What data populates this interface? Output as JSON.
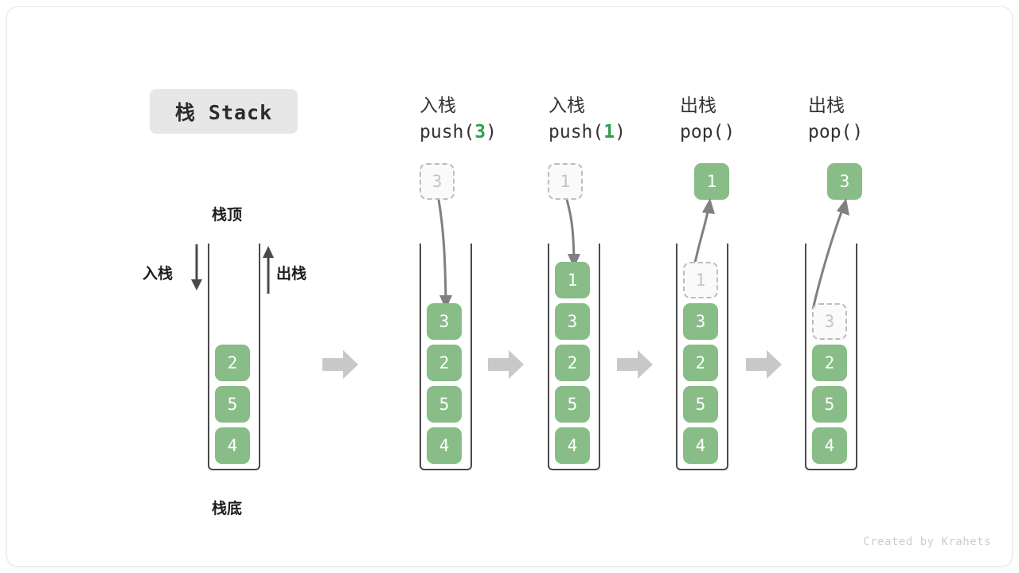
{
  "title": {
    "badge": "栈 Stack"
  },
  "legend": {
    "top_label": "栈顶",
    "bottom_label": "栈底",
    "push_label": "入栈",
    "pop_label": "出栈"
  },
  "watermark": "Created by Krahets",
  "colors": {
    "cell_fill": "#88bd87",
    "cell_text": "#ffffff",
    "ghost_fill": "#fafafa",
    "ghost_text": "#c4c4c4",
    "ghost_border": "#bdbdbd",
    "arrow_gray": "#808080",
    "block_arrow": "#c8c8c8",
    "container_stroke": "#4a4a4a",
    "badge_bg": "#e7e7e7",
    "accent_green": "#2e9e4f",
    "watermark": "#cccccc"
  },
  "stages": [
    {
      "id": "initial",
      "caption_line1": "",
      "caption_line2": "",
      "cells": [
        {
          "value": "2",
          "state": "filled"
        },
        {
          "value": "5",
          "state": "filled"
        },
        {
          "value": "4",
          "state": "filled"
        }
      ]
    },
    {
      "id": "push-3",
      "caption_line1": "入栈",
      "caption_line2_pre": "push(",
      "caption_line2_arg": "3",
      "caption_line2_post": ")",
      "floating": {
        "value": "3",
        "state": "ghost"
      },
      "arrow": "down-into-stack",
      "cells": [
        {
          "value": "3",
          "state": "filled"
        },
        {
          "value": "2",
          "state": "filled"
        },
        {
          "value": "5",
          "state": "filled"
        },
        {
          "value": "4",
          "state": "filled"
        }
      ]
    },
    {
      "id": "push-1",
      "caption_line1": "入栈",
      "caption_line2_pre": "push(",
      "caption_line2_arg": "1",
      "caption_line2_post": ")",
      "floating": {
        "value": "1",
        "state": "ghost"
      },
      "arrow": "down-into-stack",
      "cells": [
        {
          "value": "1",
          "state": "filled"
        },
        {
          "value": "3",
          "state": "filled"
        },
        {
          "value": "2",
          "state": "filled"
        },
        {
          "value": "5",
          "state": "filled"
        },
        {
          "value": "4",
          "state": "filled"
        }
      ]
    },
    {
      "id": "pop-1",
      "caption_line1": "出栈",
      "caption_line2_pre": "pop(",
      "caption_line2_arg": "",
      "caption_line2_post": ")",
      "floating": {
        "value": "1",
        "state": "filled"
      },
      "arrow": "up-out-of-stack",
      "cells": [
        {
          "value": "1",
          "state": "ghost"
        },
        {
          "value": "3",
          "state": "filled"
        },
        {
          "value": "2",
          "state": "filled"
        },
        {
          "value": "5",
          "state": "filled"
        },
        {
          "value": "4",
          "state": "filled"
        }
      ]
    },
    {
      "id": "pop-3",
      "caption_line1": "出栈",
      "caption_line2_pre": "pop(",
      "caption_line2_arg": "",
      "caption_line2_post": ")",
      "floating": {
        "value": "3",
        "state": "filled"
      },
      "arrow": "up-out-of-stack",
      "cells": [
        {
          "value": "3",
          "state": "ghost"
        },
        {
          "value": "2",
          "state": "filled"
        },
        {
          "value": "5",
          "state": "filled"
        },
        {
          "value": "4",
          "state": "filled"
        }
      ]
    }
  ]
}
